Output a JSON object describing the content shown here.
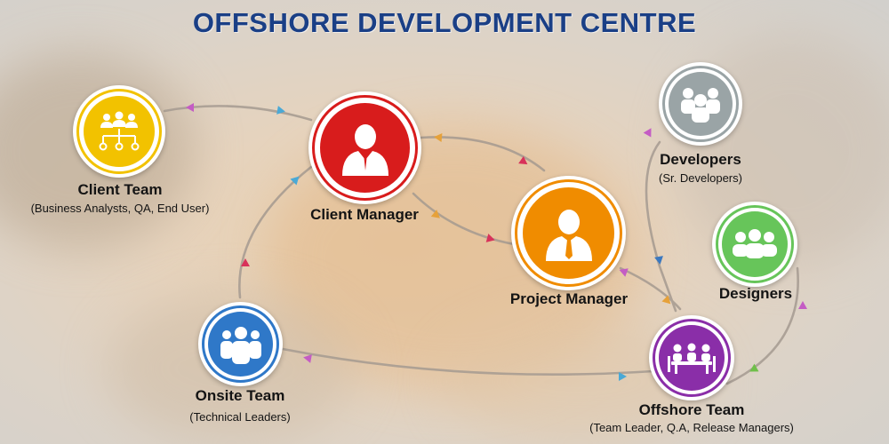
{
  "title": "OFFSHORE DEVELOPMENT CENTRE",
  "nodes": {
    "client_team": {
      "name": "Client Team",
      "sub": "(Business Analysts, QA, End User)",
      "color": "#f2c200",
      "icon": "team-hierarchy-icon"
    },
    "client_manager": {
      "name": "Client Manager",
      "sub": "",
      "color": "#d81c1c",
      "icon": "manager-suit-icon"
    },
    "project_manager": {
      "name": "Project Manager",
      "sub": "",
      "color": "#f08c00",
      "icon": "manager-tie-icon"
    },
    "developers": {
      "name": "Developers",
      "sub": "(Sr. Developers)",
      "color": "#9aa4a6",
      "icon": "group-icon"
    },
    "designers": {
      "name": "Designers",
      "sub": "",
      "color": "#67c55a",
      "icon": "group-icon"
    },
    "onsite_team": {
      "name": "Onsite Team",
      "sub": "(Technical Leaders)",
      "color": "#2f78c8",
      "icon": "people-icon"
    },
    "offshore_team": {
      "name": "Offshore Team",
      "sub": "(Team Leader, Q.A, Release Managers)",
      "color": "#8a2ea8",
      "icon": "meeting-table-icon"
    }
  },
  "arrow_colors": [
    "#4aa9d6",
    "#d8325a",
    "#c45cc4",
    "#e6a13a",
    "#6fbf4a",
    "#3a78c0"
  ]
}
